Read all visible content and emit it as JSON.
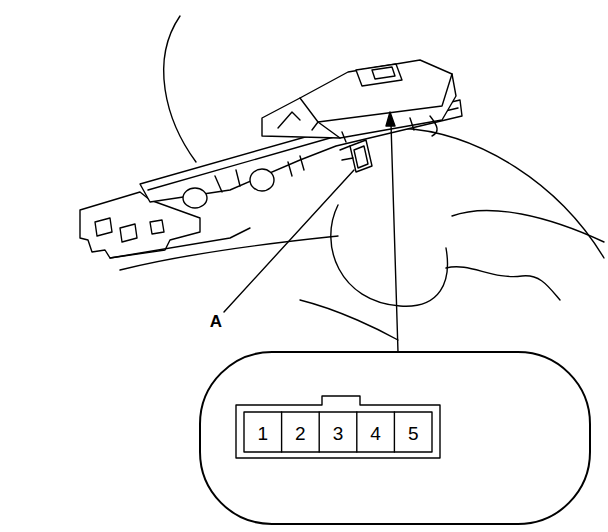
{
  "diagram": {
    "labels": [
      "A",
      "1",
      "2",
      "3",
      "4",
      "5"
    ]
  }
}
